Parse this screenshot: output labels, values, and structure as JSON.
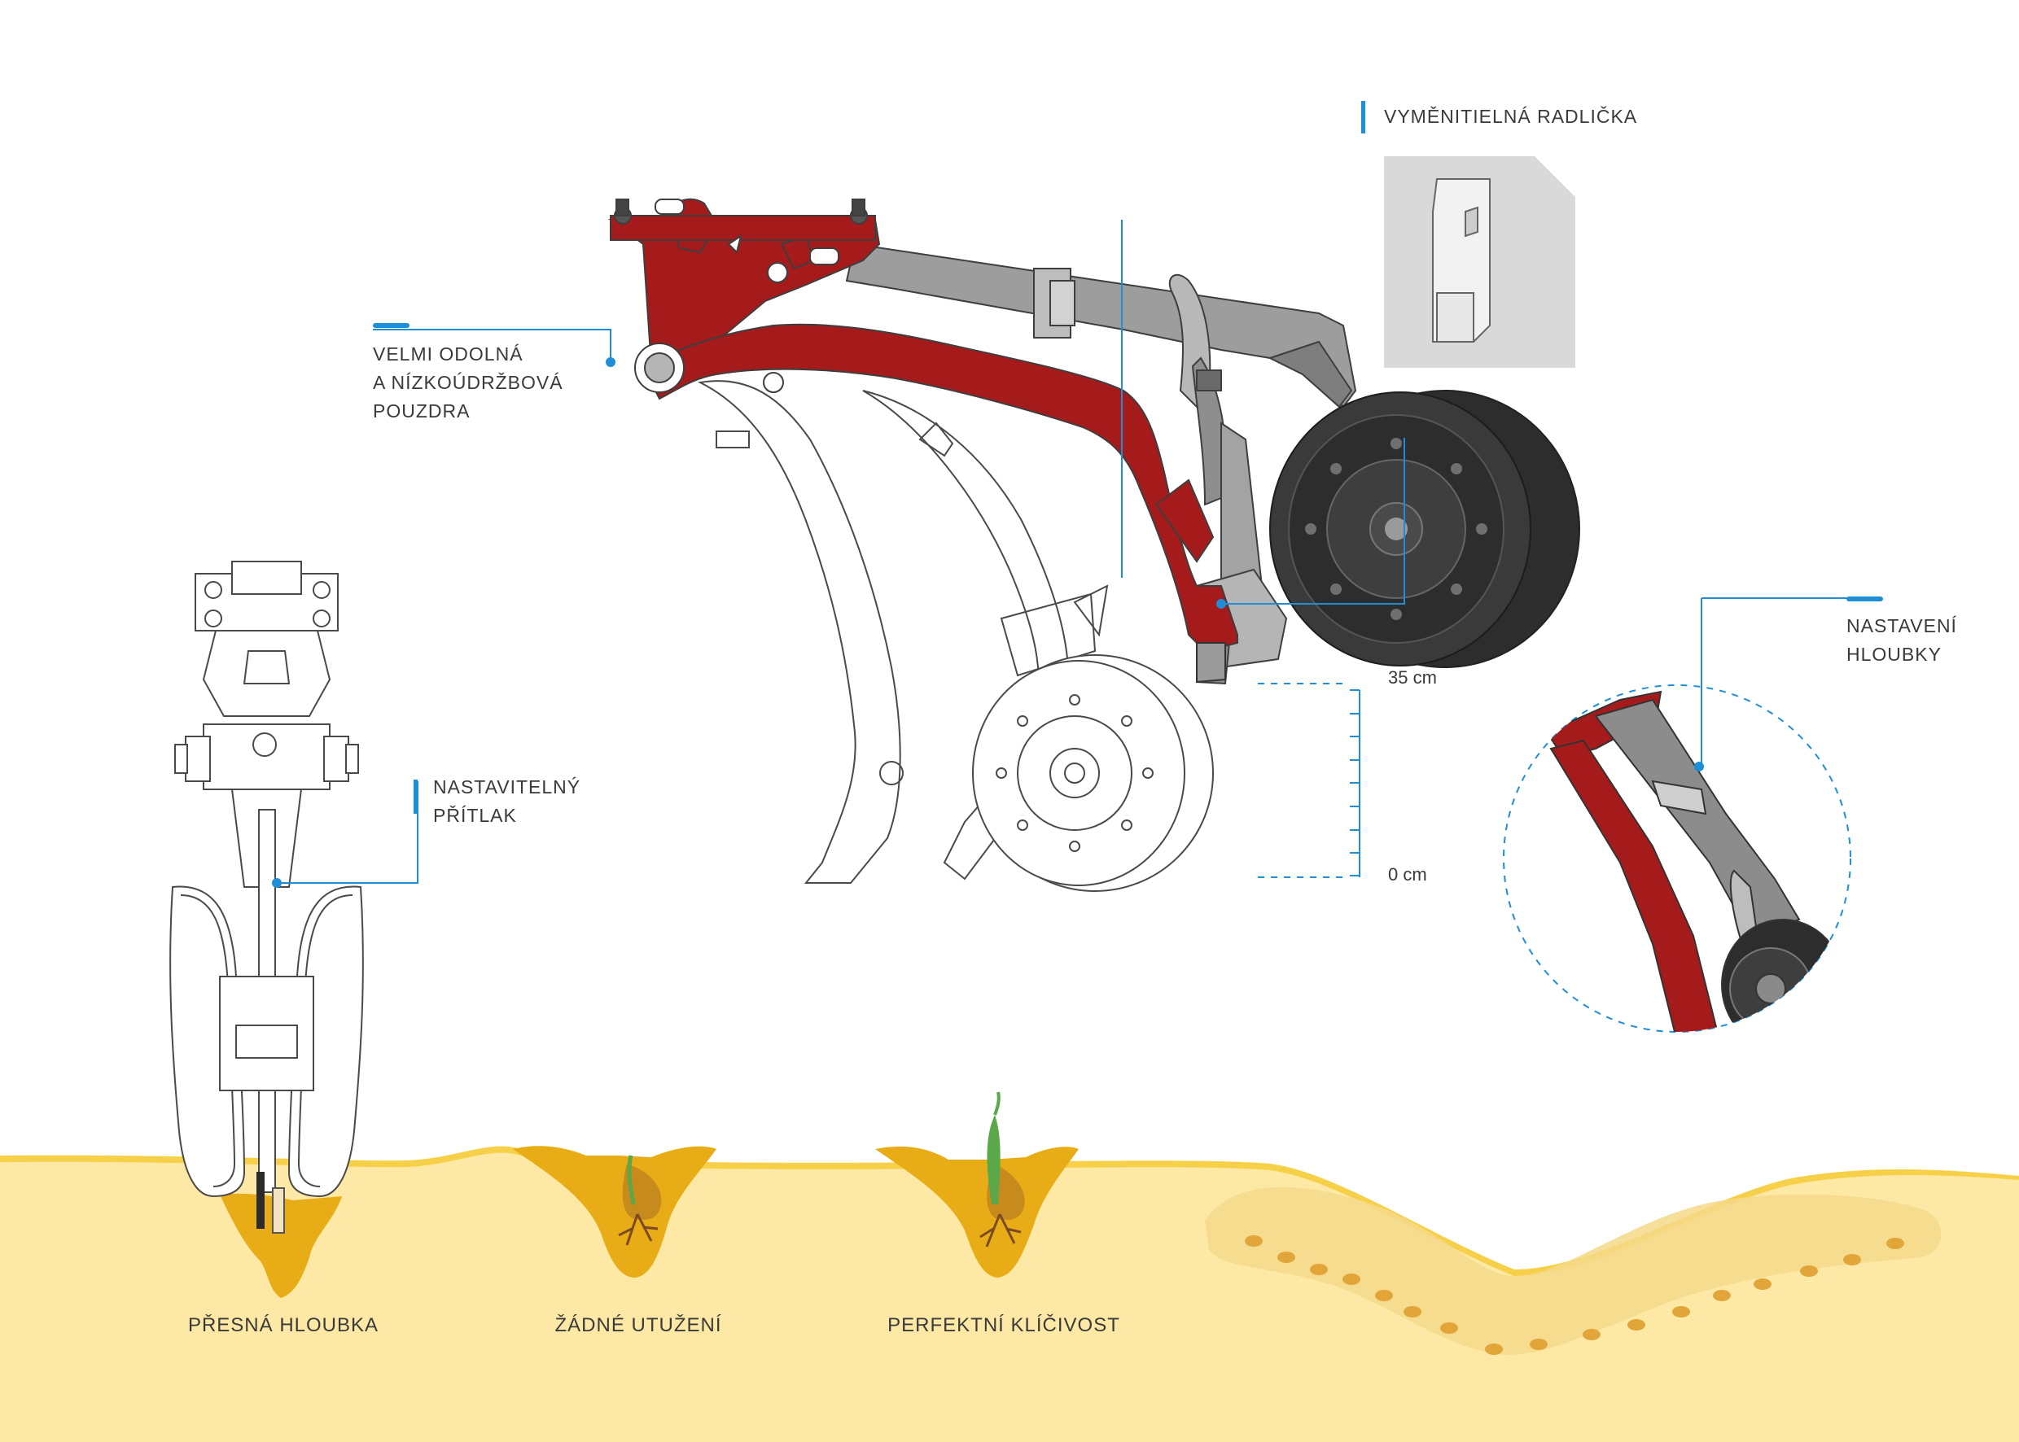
{
  "labels": {
    "share": "VYMĚNITIELNÁ RADLIČKA",
    "bushings": "VELMI ODOLNÁ\nA NÍZKOÚDRŽBOVÁ\nPOUZDRA",
    "pressure": "NASTAVITELNÝ\nPŘÍTLAK",
    "depth": "NASTAVENÍ\nHLOUBKY"
  },
  "scale": {
    "top": "35 cm",
    "bottom": "0 cm"
  },
  "captions": {
    "precise_depth": "PŘESNÁ HLOUBKA",
    "no_compaction": "ŽÁDNÉ UTUŽENÍ",
    "germination": "PERFEKTNÍ KLÍČIVOST"
  },
  "colors": {
    "accent": "#1e8fd6",
    "frame_red": "#a51b1b",
    "soil_light": "#fdeaa6",
    "soil_dark": "#e8ad16",
    "steel": "#9c9c9c",
    "tire": "#2d2d2d"
  }
}
